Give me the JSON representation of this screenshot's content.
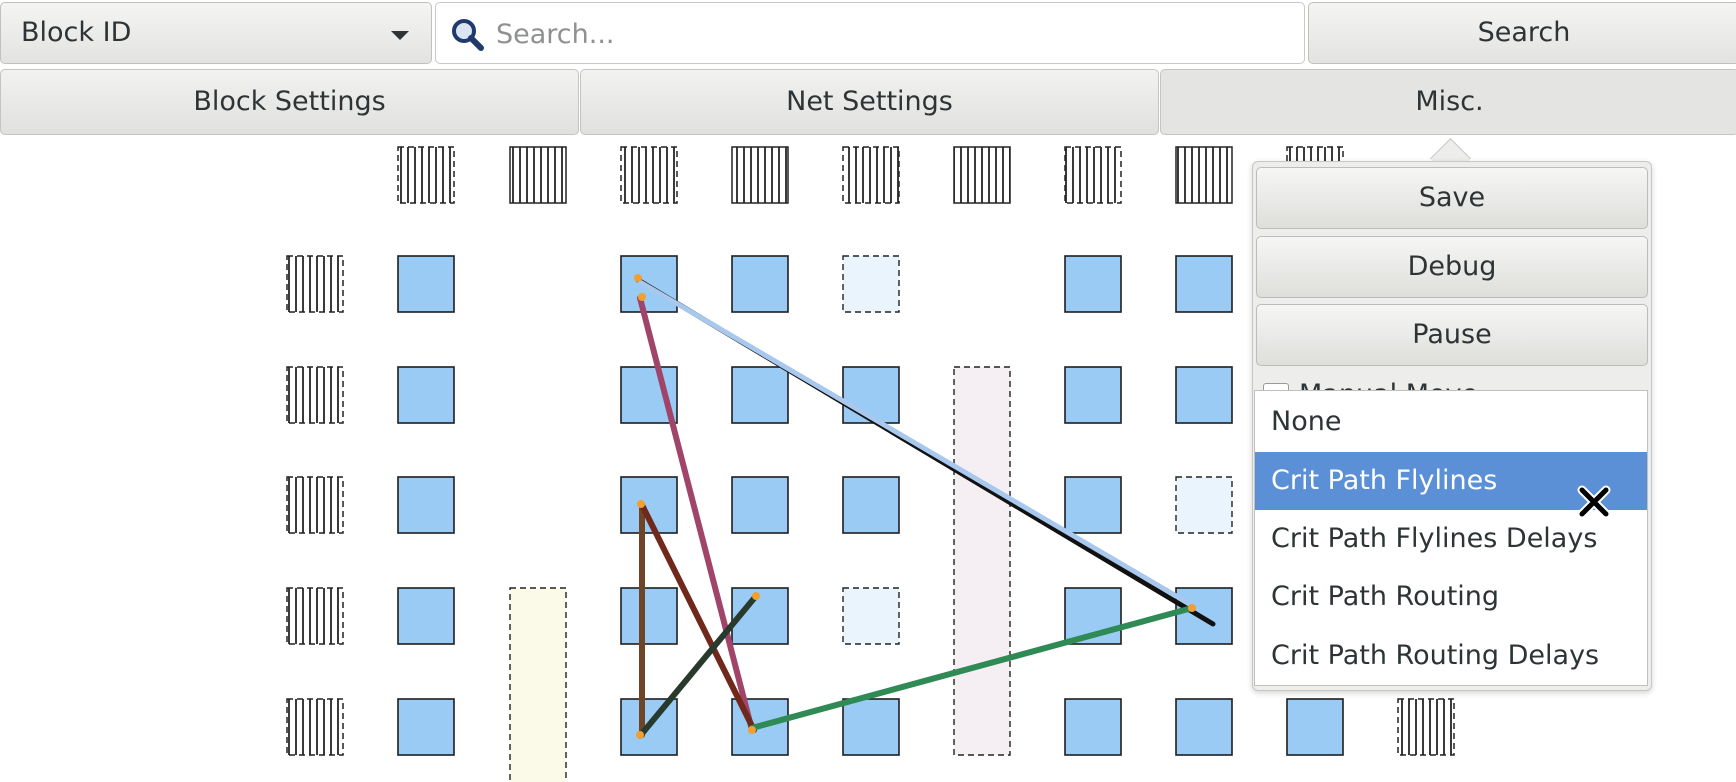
{
  "toolbar": {
    "search_by": "Block ID",
    "search_placeholder": "Search...",
    "search_button": "Search"
  },
  "tabs": [
    {
      "label": "Block Settings"
    },
    {
      "label": "Net Settings"
    },
    {
      "label": "Misc."
    }
  ],
  "misc_menu": {
    "save": "Save",
    "debug": "Debug",
    "pause": "Pause",
    "manual_move": "Manual Move",
    "crit_path_options": [
      {
        "label": "None",
        "selected": false
      },
      {
        "label": "Crit Path Flylines",
        "selected": true
      },
      {
        "label": "Crit Path Flylines Delays",
        "selected": false
      },
      {
        "label": "Crit Path Routing",
        "selected": false
      },
      {
        "label": "Crit Path Routing Delays",
        "selected": false
      }
    ]
  },
  "colors": {
    "block_fill": "#99cbf5",
    "empty_block_fill": "#e9f4fd",
    "selection": "#5b8fd6",
    "flyline_black": "#111111",
    "flyline_light_blue": "#a8c8ee",
    "flyline_mauve": "#a0446a",
    "flyline_brown": "#6e4527",
    "flyline_dark_red": "#70281b",
    "flyline_dark_green": "#283a2b",
    "flyline_green": "#2f8a56"
  }
}
